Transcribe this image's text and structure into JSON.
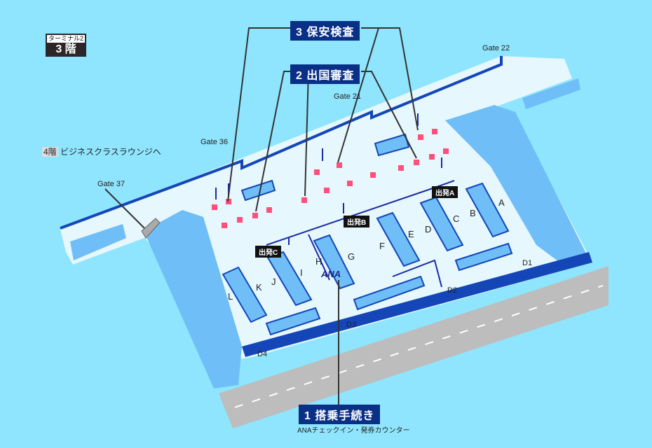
{
  "floor_badge": {
    "terminal": "ターミナル2",
    "floor": "3 階"
  },
  "lounge_note": {
    "floor": "4階",
    "text": "ビジネスクラスラウンジへ"
  },
  "callouts": {
    "security": "3 保安検査",
    "immigration": "2 出国審査",
    "checkin": "1 搭乗手続き",
    "checkin_sub": "ANAチェックイン・発券カウンター"
  },
  "gates": [
    "Gate 22",
    "Gate 21",
    "Gate 36",
    "Gate 37"
  ],
  "departures": [
    "出発A",
    "出発B",
    "出発C"
  ],
  "counters": [
    "A",
    "B",
    "C",
    "D",
    "E",
    "F",
    "G",
    "H",
    "I",
    "J",
    "K",
    "L"
  ],
  "doors": [
    "D1",
    "D2",
    "D3",
    "D4"
  ],
  "logo": "ANA",
  "colors": {
    "background": "#8ee5fd",
    "floor": "#e6f7fd",
    "wall": "#6fbef7",
    "wall_dark": "#1446b8",
    "road": "#bdbdbd",
    "callout": "#0a2f86",
    "gate": "#ff4f7a"
  }
}
